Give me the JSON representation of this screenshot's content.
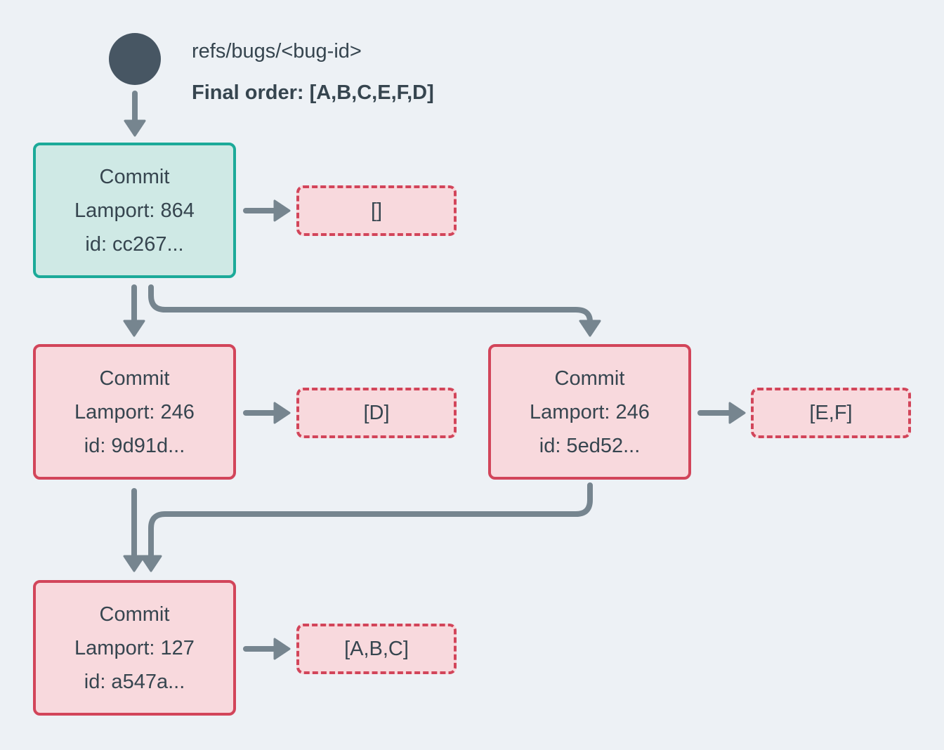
{
  "header": {
    "ref_label": "refs/bugs/<bug-id>",
    "final_order": "Final order: [A,B,C,E,F,D]"
  },
  "commits": {
    "root": {
      "title": "Commit",
      "lamport": "Lamport: 864",
      "id": "id: cc267...",
      "operations": "[]"
    },
    "left": {
      "title": "Commit",
      "lamport": "Lamport: 246",
      "id": "id: 9d91d...",
      "operations": "[D]"
    },
    "right": {
      "title": "Commit",
      "lamport": "Lamport: 246",
      "id": "id: 5ed52...",
      "operations": "[E,F]"
    },
    "merge": {
      "title": "Commit",
      "lamport": "Lamport: 127",
      "id": "id: a547a...",
      "operations": "[A,B,C]"
    }
  },
  "colors": {
    "background": "#edf1f5",
    "text": "#36454f",
    "arrow": "#76858f",
    "ref_circle": "#475663",
    "teal_border": "#1caa99",
    "teal_fill": "#cfe9e5",
    "red_border": "#d2455a",
    "pink_fill": "#f8d9dd"
  }
}
